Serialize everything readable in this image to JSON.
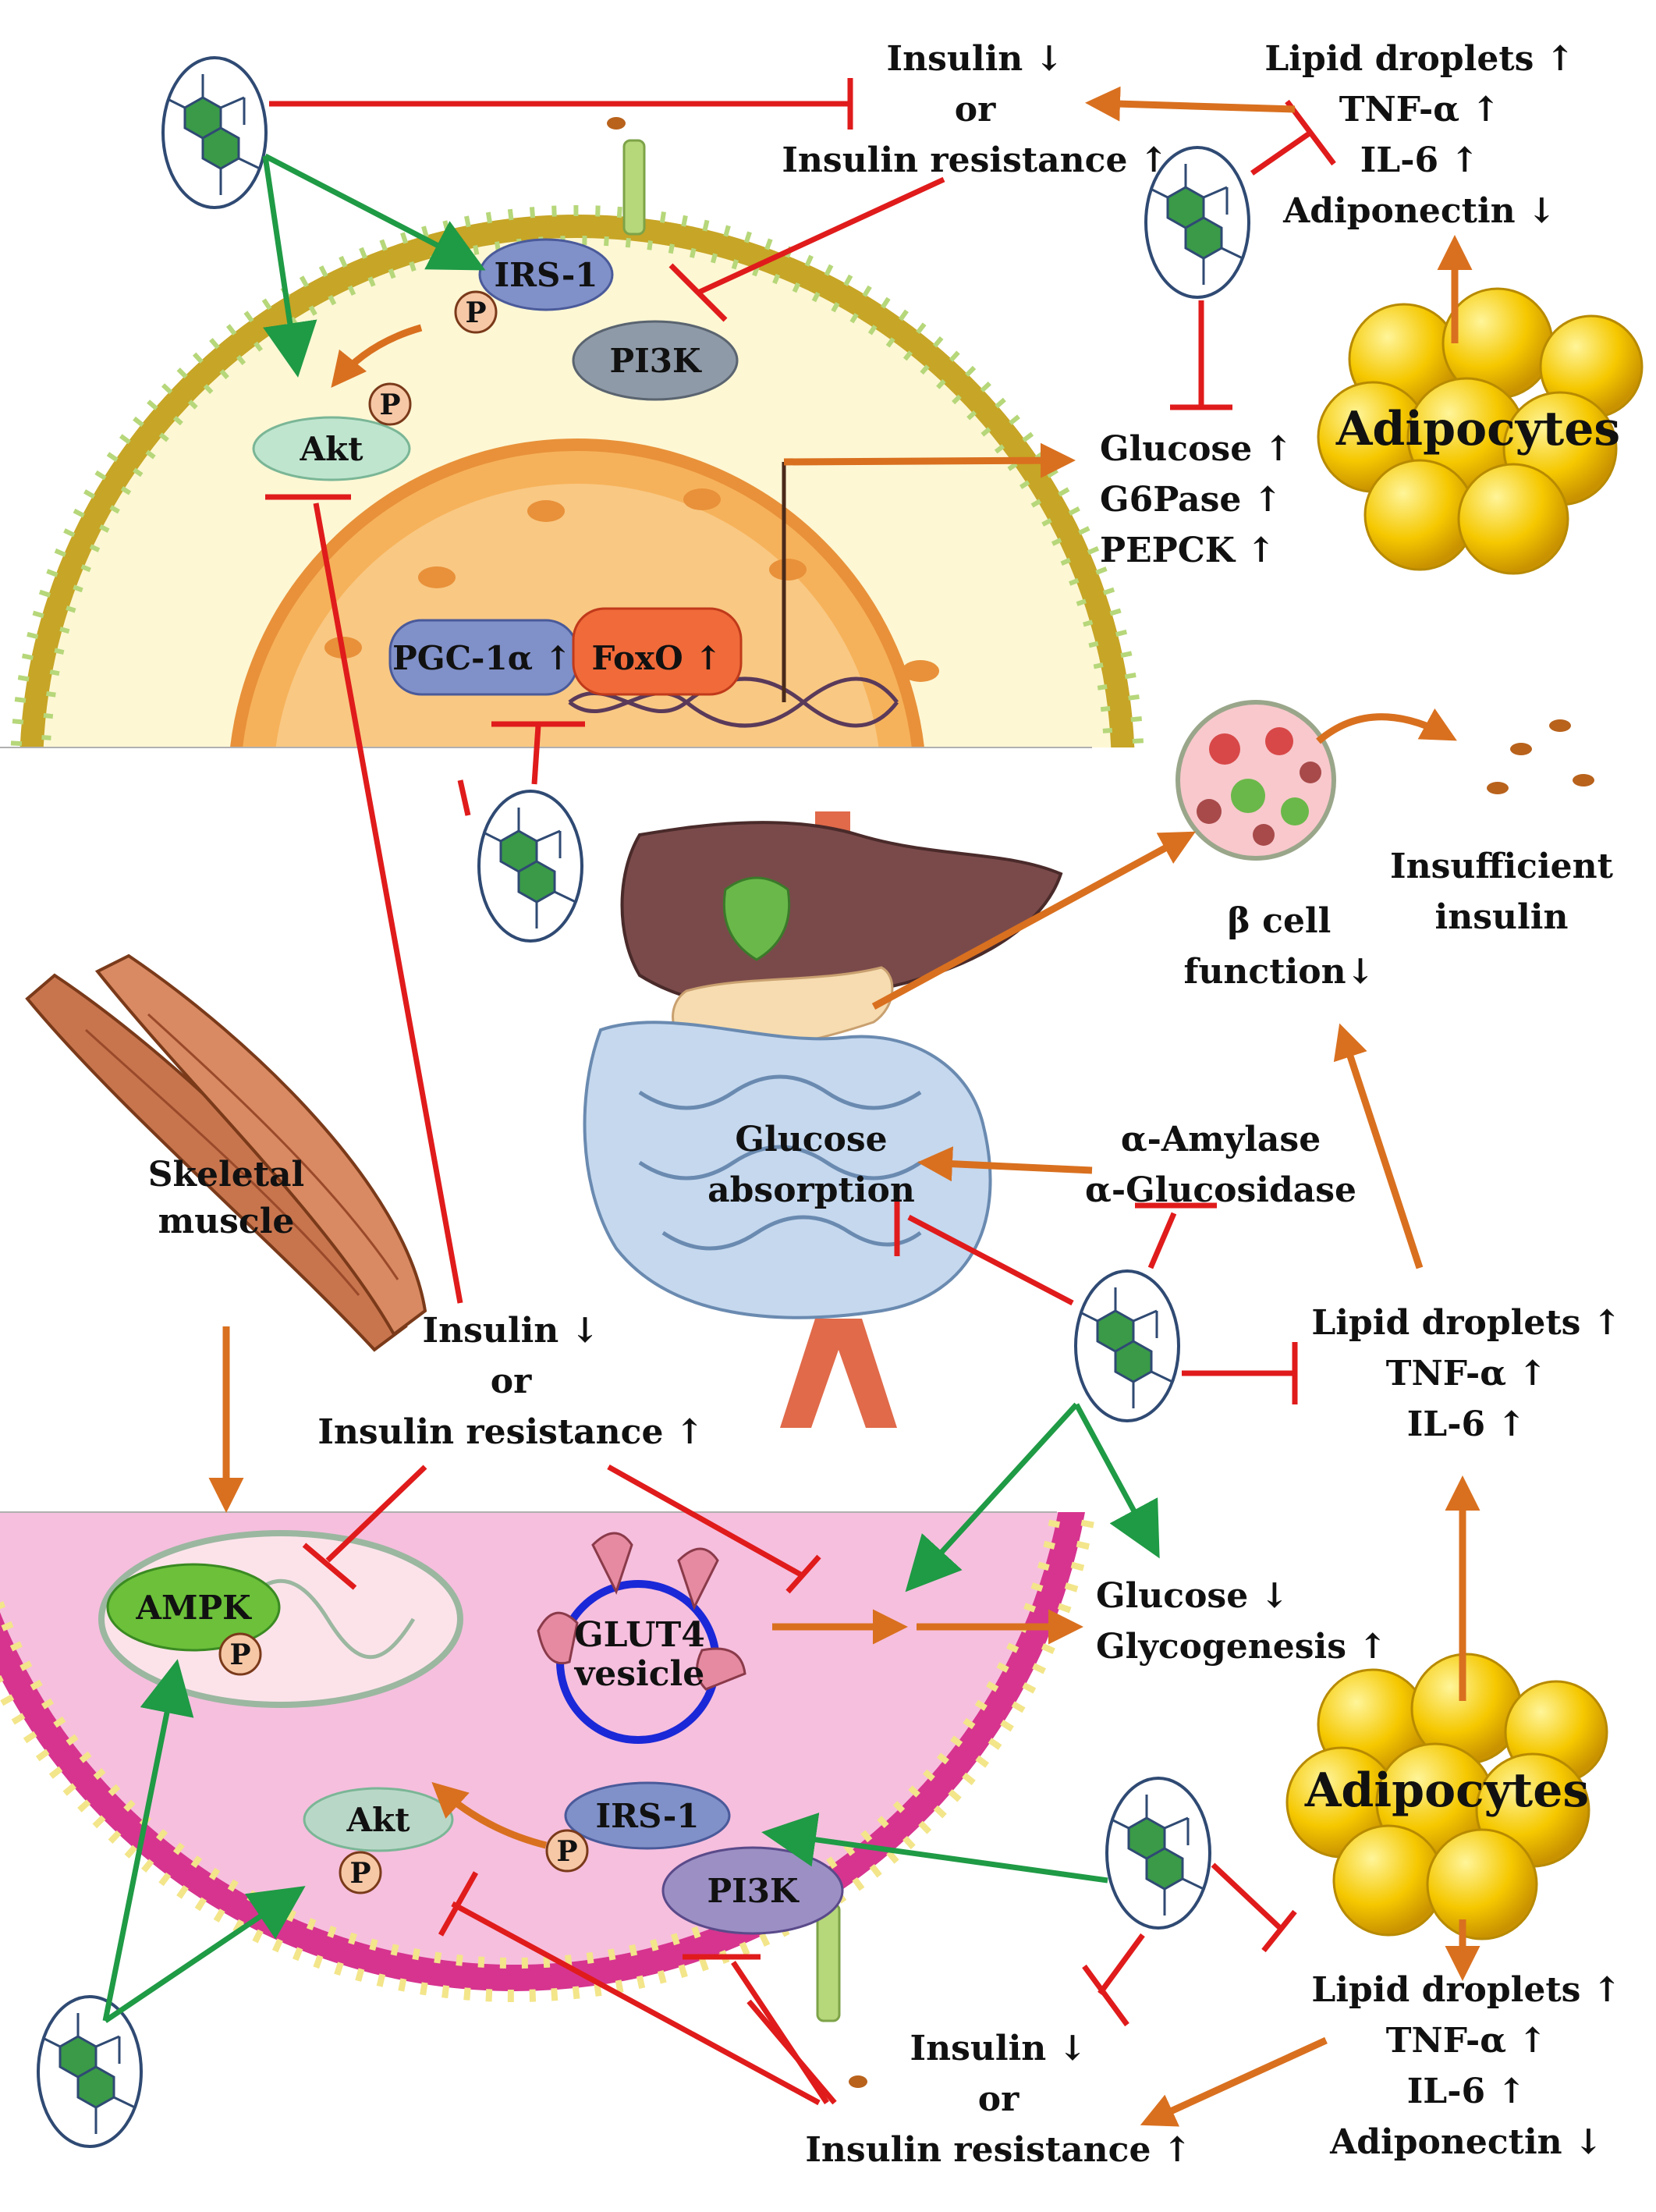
{
  "colors": {
    "inhibit": "#e01b1b",
    "activate": "#1f9a45",
    "flow": "#d9701f",
    "liver_cell_cytoplasm": "#fdf7d4",
    "membrane_upper": "#c7a526",
    "nucleus": "#f6b25a",
    "muscle_cell_cytoplasm": "#f6bfde",
    "membrane_lower": "#d6348f",
    "adipocyte": "#f5c800",
    "glut4_ring": "#1a28d8",
    "molecule": "#3a9a48"
  },
  "icons": [
    "flavonoid-molecule-icon",
    "liver-pancreas-intestine-icon",
    "skeletal-muscle-icon",
    "adipocytes-icon",
    "beta-cell-islet-icon",
    "mitochondrion-icon",
    "glut4-vesicle-icon",
    "dna-helix-icon"
  ],
  "liver_cell": {
    "irs1": "IRS-1",
    "pi3k": "PI3K",
    "akt": "Akt",
    "phospho_irs": "P",
    "phospho_akt": "P",
    "pgc1a": "PGC-1α ↑",
    "foxo": "FoxO ↑"
  },
  "top_insulin": {
    "line1": "Insulin ↓",
    "line2": "or",
    "line3": "Insulin resistance ↑"
  },
  "top_adipo_factors": {
    "line1": "Lipid droplets ↑",
    "line2": "TNF-α ↑",
    "line3": "IL-6 ↑",
    "line4": "Adiponectin ↓"
  },
  "gluconeogenesis": {
    "line1": "Glucose ↑",
    "line2": "G6Pase ↑",
    "line3": "PEPCK ↑"
  },
  "adipocytes_top_label": "Adipocytes",
  "beta_cell": {
    "line1": "β cell",
    "line2": "function↓"
  },
  "insufficient_insulin": {
    "line1": "Insufficient",
    "line2": "insulin"
  },
  "digestion": {
    "glucose_absorption_1": "Glucose",
    "glucose_absorption_2": "absorption",
    "enzyme_1": "α-Amylase",
    "enzyme_2": "α-Glucosidase"
  },
  "skeletal_muscle": {
    "line1": "Skeletal",
    "line2": "muscle"
  },
  "mid_insulin": {
    "line1": "Insulin ↓",
    "line2": "or",
    "line3": "Insulin resistance ↑"
  },
  "mid_right_factors": {
    "line1": "Lipid droplets ↑",
    "line2": "TNF-α ↑",
    "line3": "IL-6 ↑"
  },
  "muscle_cell": {
    "ampk": "AMPK",
    "phospho_ampk": "P",
    "glut4_1": "GLUT4",
    "glut4_2": "vesicle",
    "akt": "Akt",
    "phospho_akt": "P",
    "irs1": "IRS-1",
    "phospho_irs": "P",
    "pi3k": "PI3K"
  },
  "glycogenesis": {
    "line1": "Glucose ↓",
    "line2": "Glycogenesis ↑"
  },
  "adipocytes_bottom_label": "Adipocytes",
  "bottom_adipo_factors": {
    "line1": "Lipid droplets ↑",
    "line2": "TNF-α ↑",
    "line3": "IL-6 ↑",
    "line4": "Adiponectin ↓"
  },
  "bottom_insulin": {
    "line1": "Insulin ↓",
    "line2": "or",
    "line3": "Insulin resistance ↑"
  }
}
